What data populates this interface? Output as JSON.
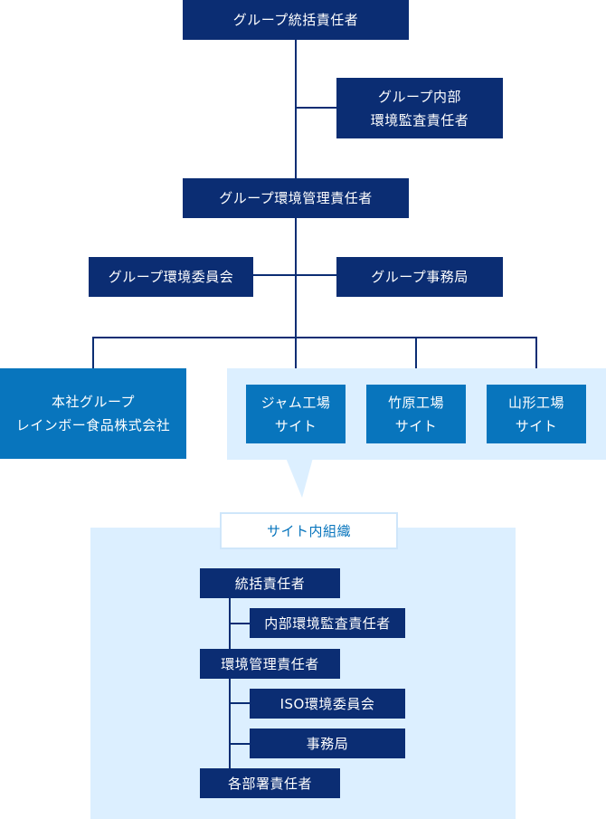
{
  "group": {
    "head": "グループ統括責任者",
    "audit": [
      "グループ内部",
      "環境監査責任者"
    ],
    "env_manager": "グループ環境管理責任者",
    "committee": "グループ環境委員会",
    "office": "グループ事務局"
  },
  "sites": {
    "honsha": [
      "本社グループ",
      "レインボー食品株式会社"
    ],
    "jam": [
      "ジャム工場",
      "サイト"
    ],
    "takehara": [
      "竹原工場",
      "サイト"
    ],
    "yamagata": [
      "山形工場",
      "サイト"
    ]
  },
  "site_org": {
    "title": "サイト内組織",
    "head": "統括責任者",
    "audit": "内部環境監査責任者",
    "env_manager": "環境管理責任者",
    "iso_committee": "ISO環境委員会",
    "office": "事務局",
    "dept_managers": "各部署責任者"
  }
}
